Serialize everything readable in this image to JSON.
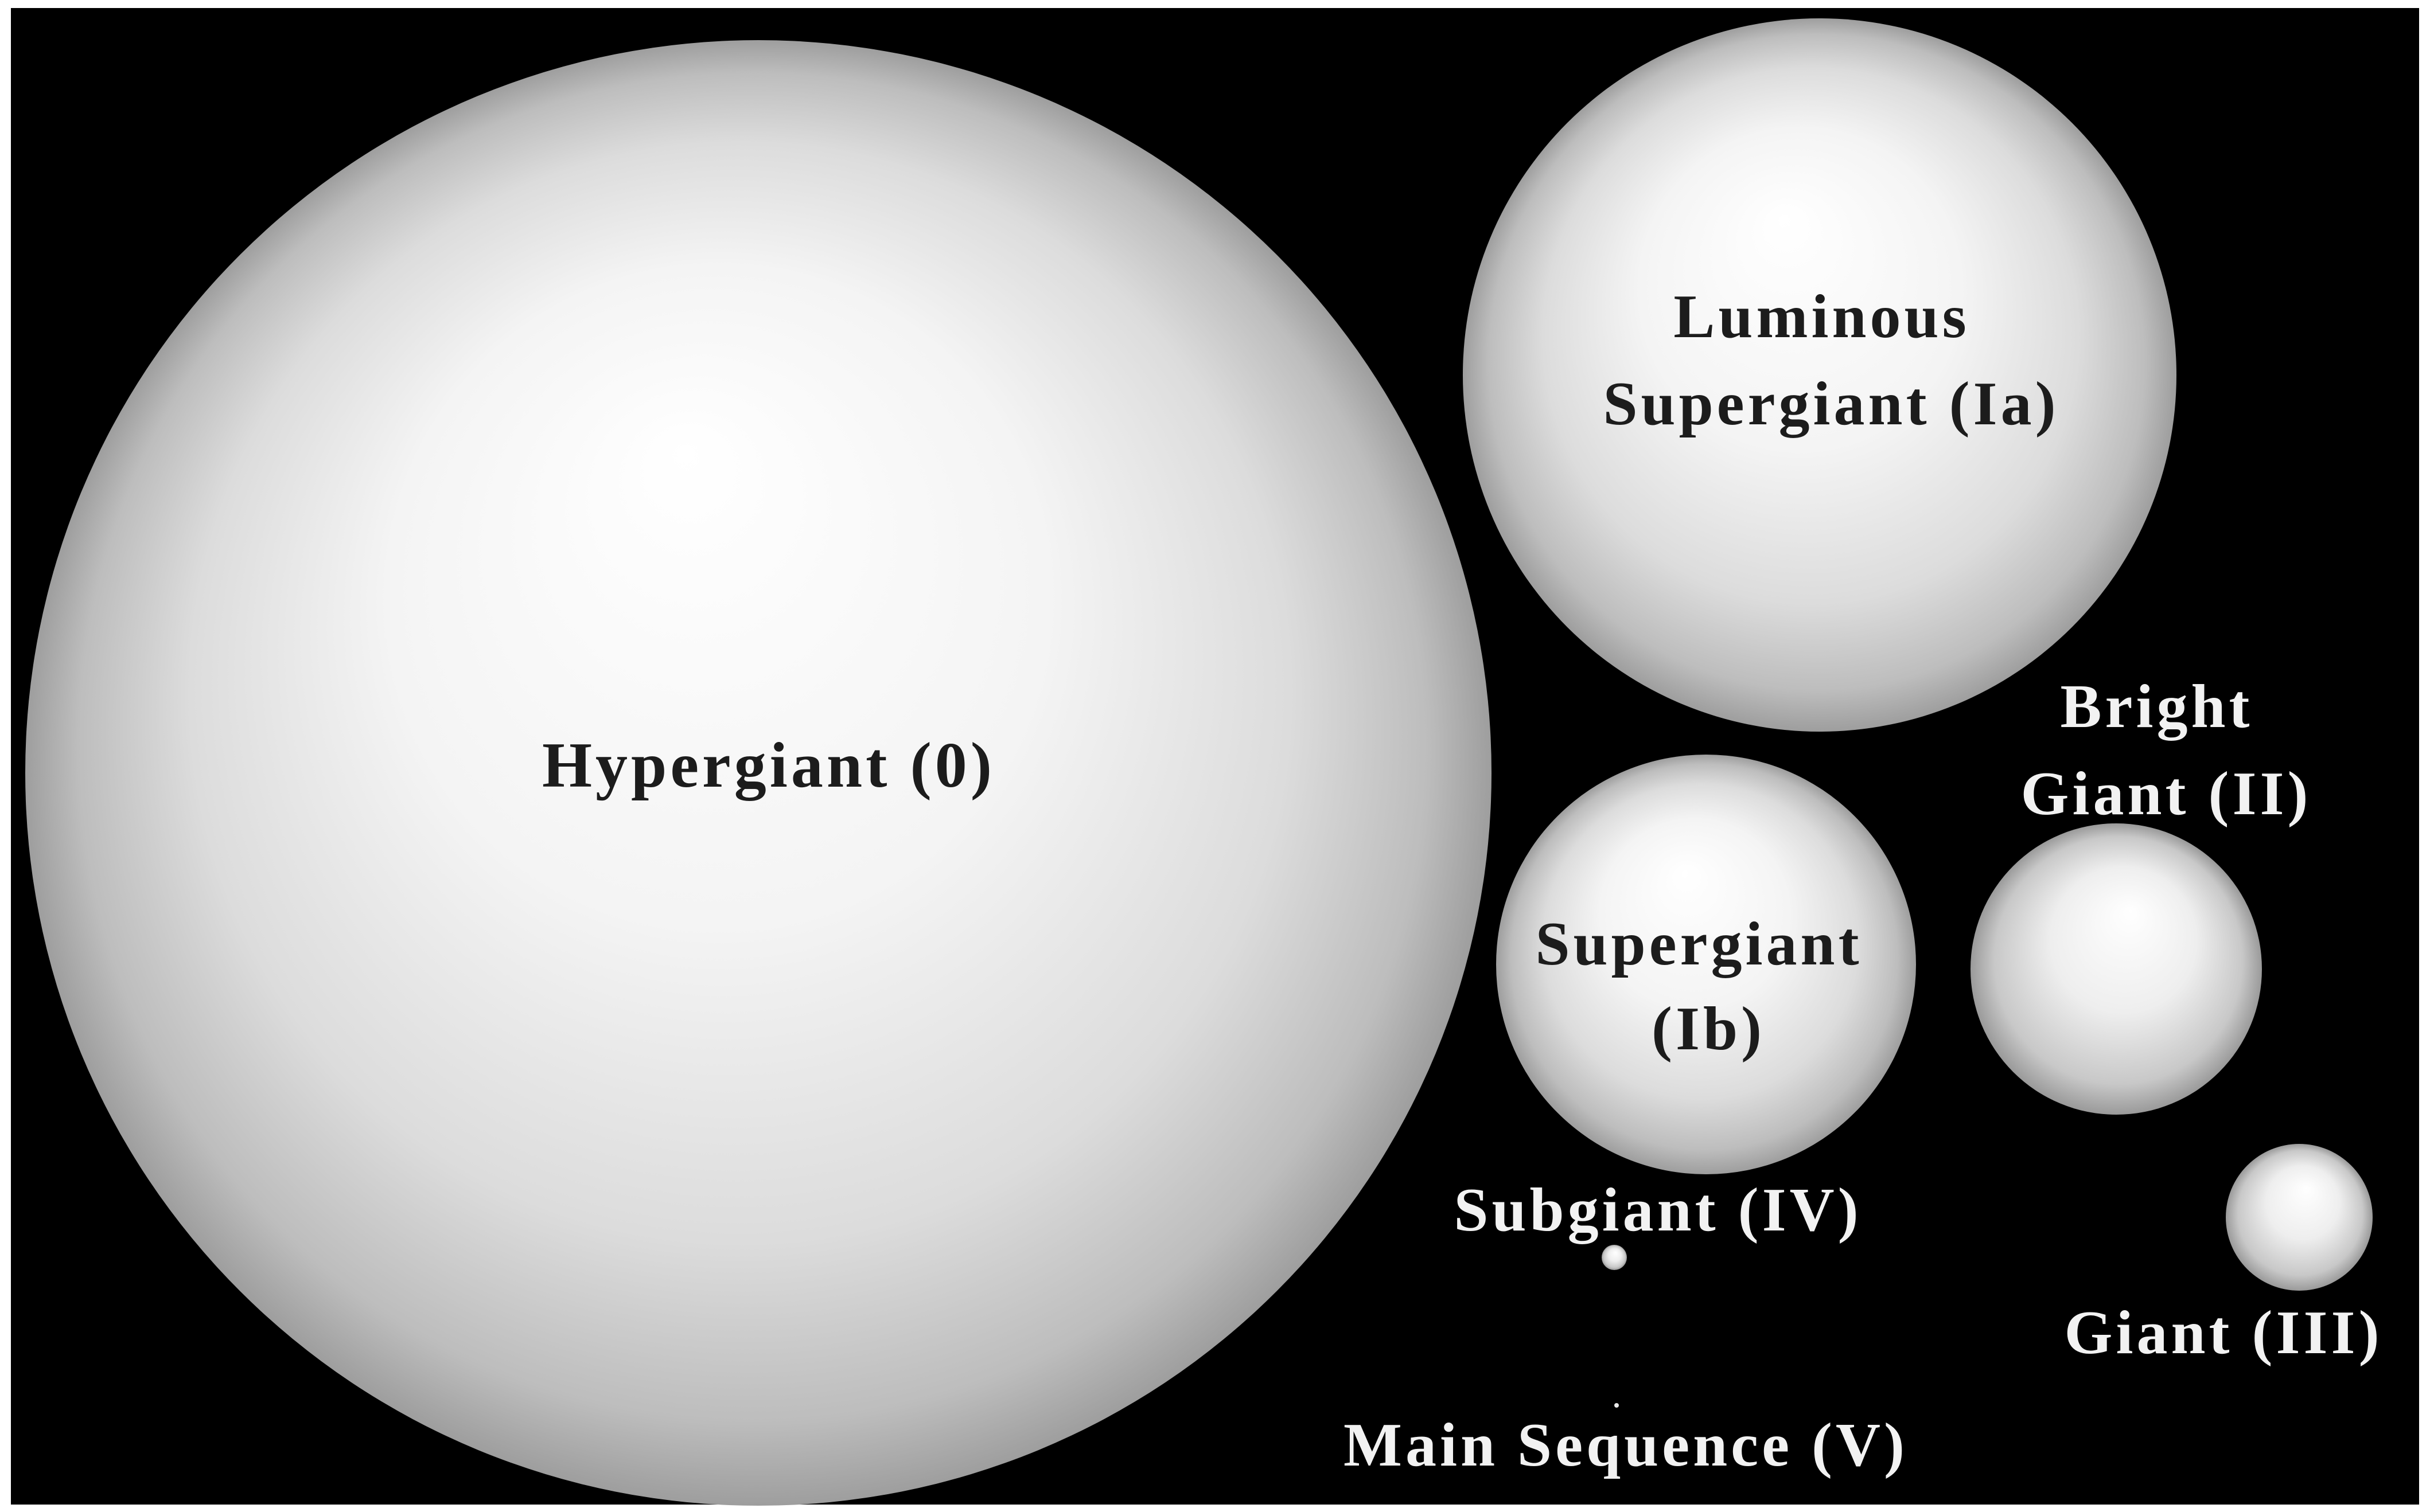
{
  "diagram": {
    "background_color": "#000000",
    "sphere_color": "#ffffff",
    "stars": [
      {
        "id": "hypergiant",
        "lines": [
          "Hypergiant (0)"
        ]
      },
      {
        "id": "luminous-supergiant",
        "lines": [
          "Luminous",
          "Supergiant (Ia)"
        ]
      },
      {
        "id": "supergiant",
        "lines": [
          "Supergiant",
          "(Ib)"
        ]
      },
      {
        "id": "bright-giant",
        "lines": [
          "Bright",
          "Giant (II)"
        ]
      },
      {
        "id": "giant",
        "lines": [
          "Giant (III)"
        ]
      },
      {
        "id": "subgiant",
        "lines": [
          "Subgiant (IV)"
        ]
      },
      {
        "id": "main-sequence",
        "lines": [
          "Main Sequence (V)"
        ]
      }
    ]
  }
}
